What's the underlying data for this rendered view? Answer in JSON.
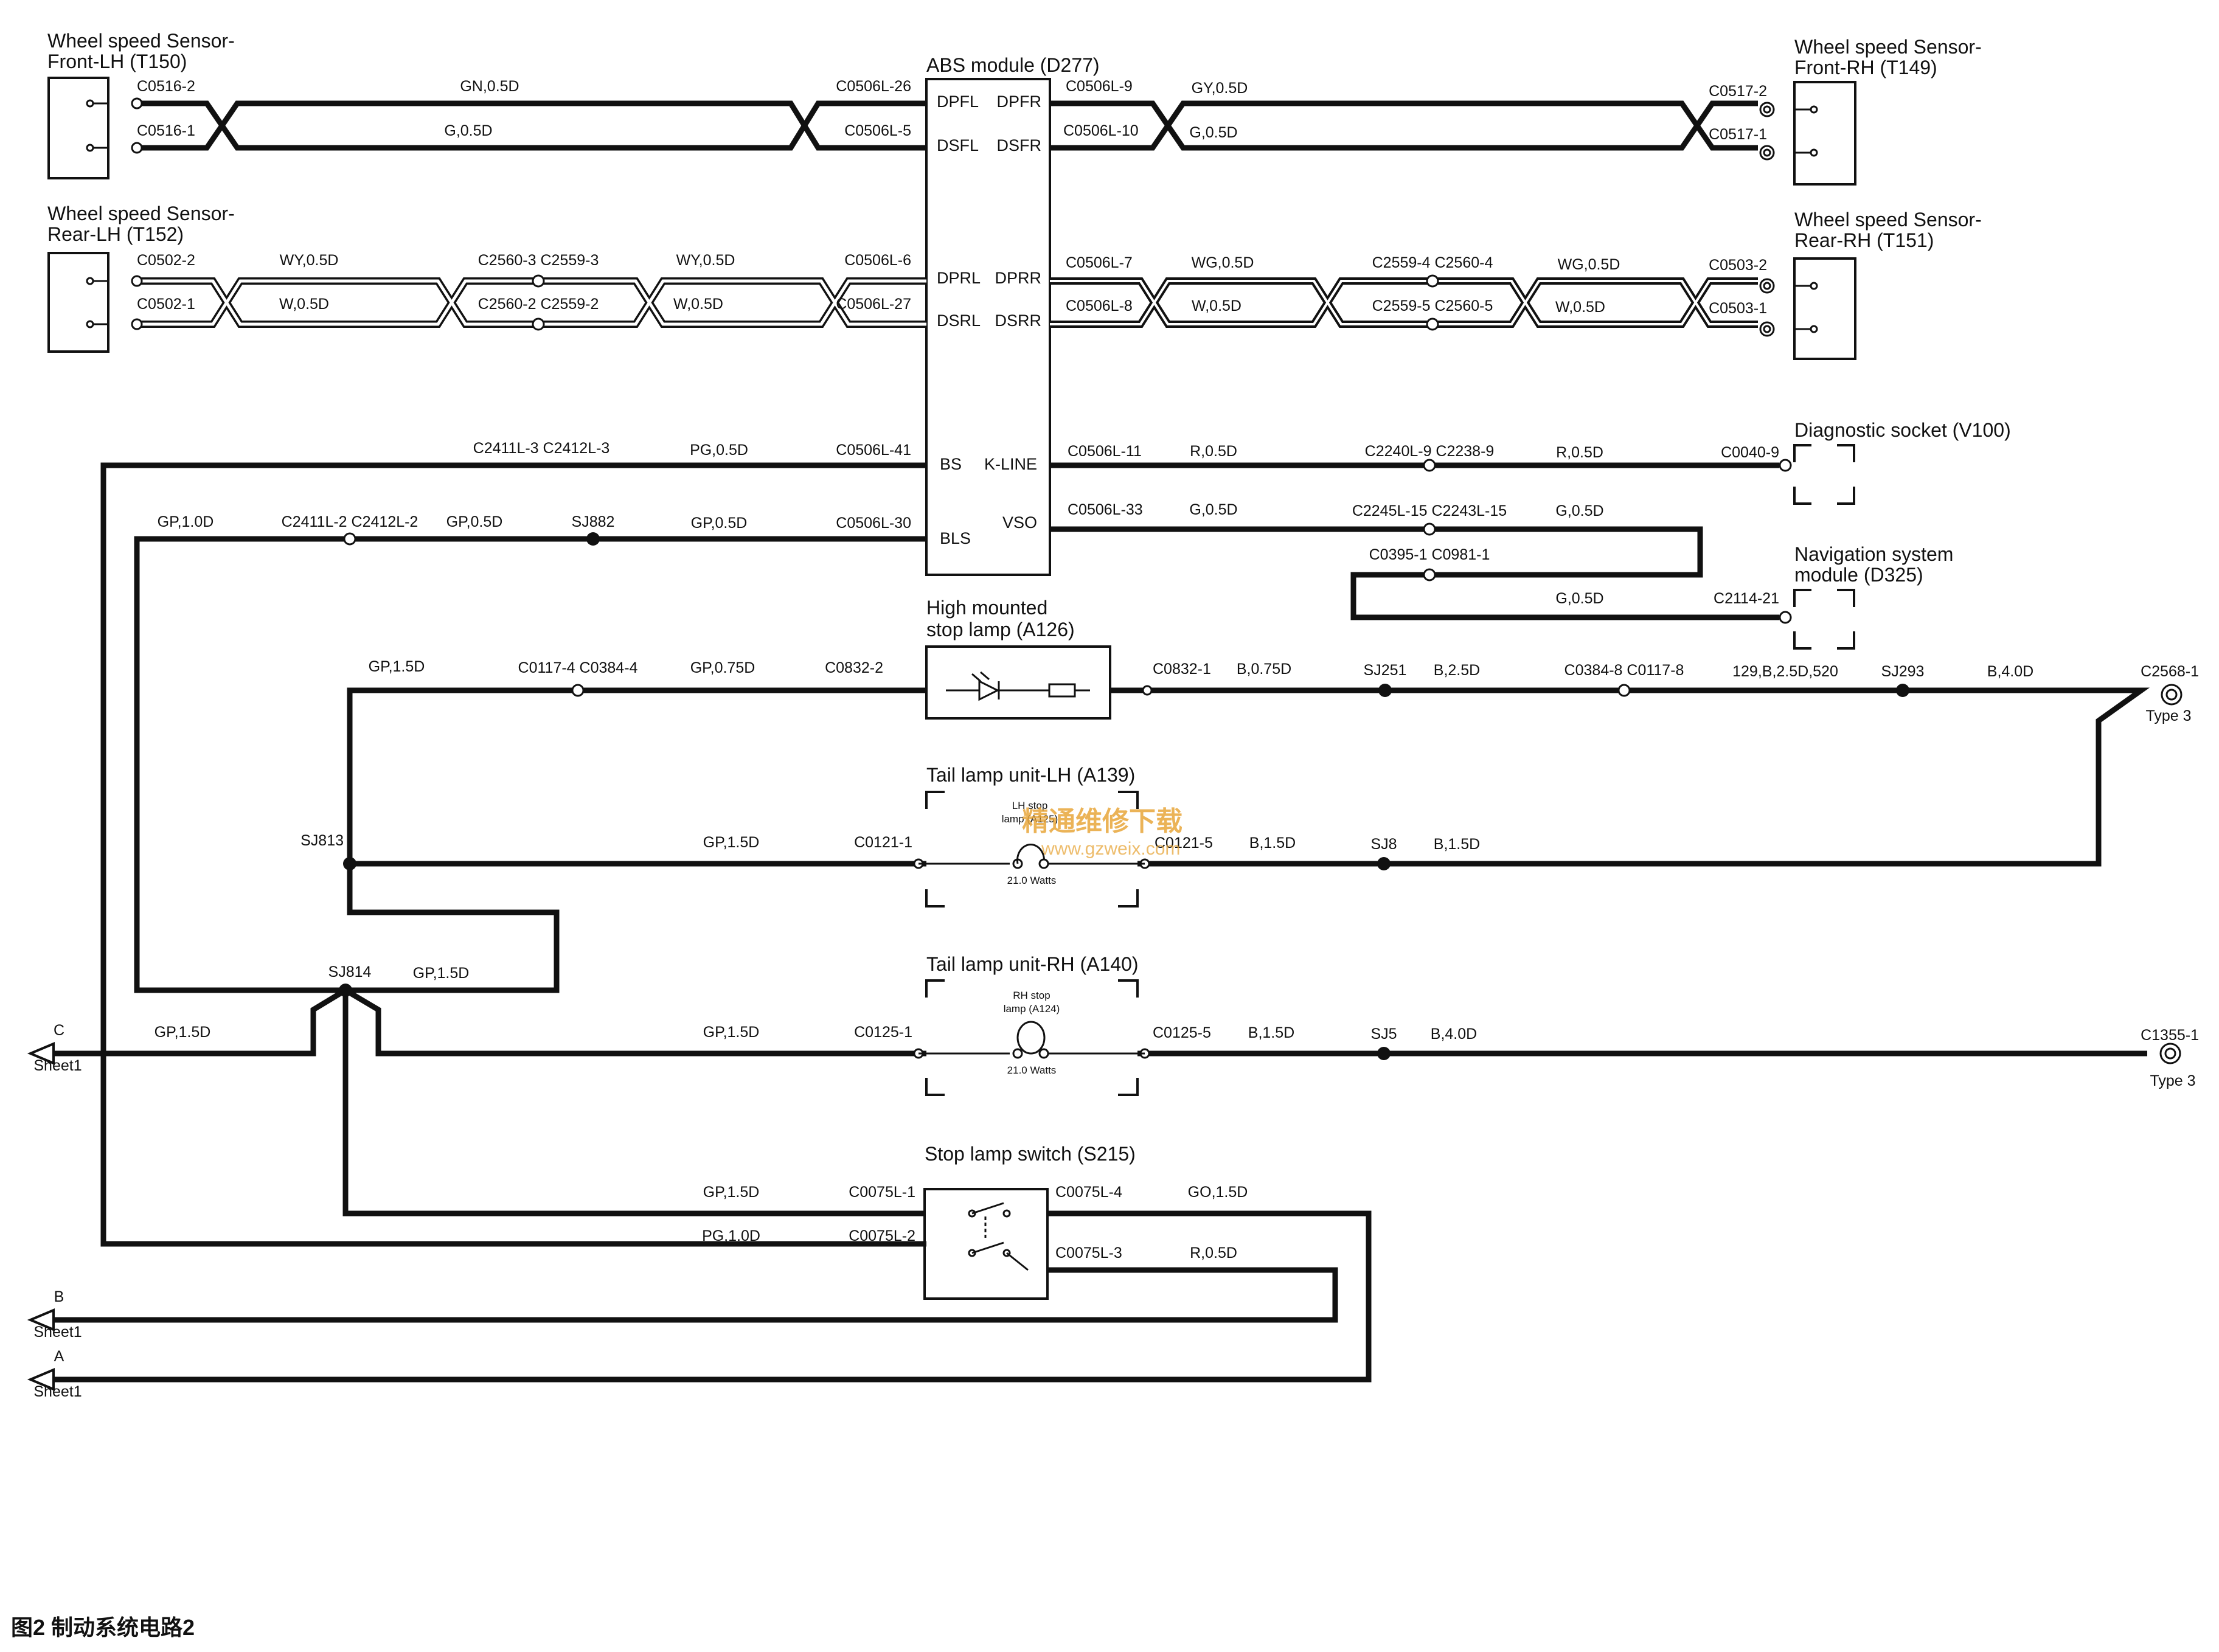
{
  "components": {
    "ws_front_lh": [
      "Wheel speed Sensor-",
      "Front-LH (T150)"
    ],
    "ws_front_rh": [
      "Wheel speed Sensor-",
      "Front-RH (T149)"
    ],
    "ws_rear_lh": [
      "Wheel speed Sensor-",
      "Rear-LH (T152)"
    ],
    "ws_rear_rh": [
      "Wheel speed Sensor-",
      "Rear-RH (T151)"
    ],
    "abs": "ABS module (D277)",
    "diag": "Diagnostic socket (V100)",
    "nav": [
      "Navigation system",
      "module (D325)"
    ],
    "hmsl": [
      "High mounted",
      "stop lamp (A126)"
    ],
    "tail_lh": "Tail lamp unit-LH (A139)",
    "tail_rh": "Tail lamp unit-RH (A140)",
    "stop_switch": "Stop lamp switch (S215)",
    "lh_stop": [
      "LH stop",
      "lamp (A125)"
    ],
    "rh_stop": [
      "RH stop",
      "lamp (A124)"
    ],
    "watts": "21.0 Watts"
  },
  "abs_pins": [
    "DPFL",
    "DSFL",
    "DPRL",
    "DSRL",
    "BS",
    "BLS",
    "DPFR",
    "DSFR",
    "DPRR",
    "DSRR",
    "K-LINE",
    "VSO"
  ],
  "connectors": [
    "C0516-2",
    "C0516-1",
    "C0506L-26",
    "C0506L-5",
    "C0506L-9",
    "C0506L-10",
    "C0517-2",
    "C0517-1",
    "C0502-2",
    "C0502-1",
    "C2560-3 C2559-3",
    "C2560-2 C2559-2",
    "C0506L-6",
    "C0506L-27",
    "C0506L-7",
    "C0506L-8",
    "C2559-4 C2560-4",
    "C2559-5 C2560-5",
    "C0503-2",
    "C0503-1",
    "C2411L-3 C2412L-3",
    "C0506L-41",
    "C0506L-11",
    "C2240L-9 C2238-9",
    "C0040-9",
    "C2411L-2 C2412L-2",
    "C0506L-30",
    "C0506L-33",
    "C2245L-15 C2243L-15",
    "C0395-1 C0981-1",
    "C2114-21",
    "C0117-4 C0384-4",
    "C0832-2",
    "C0832-1",
    "C0384-8 C0117-8",
    "C2568-1",
    "C0121-1",
    "C0121-5",
    "C0125-1",
    "C0125-5",
    "C1355-1",
    "C0075L-1",
    "C0075L-2",
    "C0075L-4",
    "C0075L-3"
  ],
  "wires": [
    "GN,0.5D",
    "G,0.5D",
    "GY,0.5D",
    "G,0.5D",
    "WY,0.5D",
    "W,0.5D",
    "WY,0.5D",
    "W,0.5D",
    "WG,0.5D",
    "W,0.5D",
    "WG,0.5D",
    "W,0.5D",
    "PG,0.5D",
    "R,0.5D",
    "R,0.5D",
    "GP,1.0D",
    "GP,0.5D",
    "GP,0.5D",
    "G,0.5D",
    "G,0.5D",
    "G,0.5D",
    "GP,1.5D",
    "GP,0.75D",
    "B,0.75D",
    "B,2.5D",
    "129,B,2.5D,520",
    "B,4.0D",
    "GP,1.5D",
    "B,1.5D",
    "B,1.5D",
    "GP,1.5D",
    "GP,1.5D",
    "GP,1.5D",
    "B,1.5D",
    "B,4.0D",
    "GP,1.5D",
    "PG,1.0D",
    "GO,1.5D",
    "R,0.5D"
  ],
  "splices": [
    "SJ882",
    "SJ251",
    "SJ293",
    "SJ813",
    "SJ8",
    "SJ814",
    "SJ5"
  ],
  "grounds": [
    "Type 3",
    "Type 3"
  ],
  "offsheet": [
    {
      "letter": "C",
      "sheet": "Sheet1"
    },
    {
      "letter": "B",
      "sheet": "Sheet1"
    },
    {
      "letter": "A",
      "sheet": "Sheet1"
    }
  ],
  "caption": "图2  制动系统电路2",
  "watermark": [
    "精通维修下载",
    "www.gzweix.com"
  ],
  "colors": {
    "wire": "#111111",
    "watermark": "#e8a63a"
  }
}
